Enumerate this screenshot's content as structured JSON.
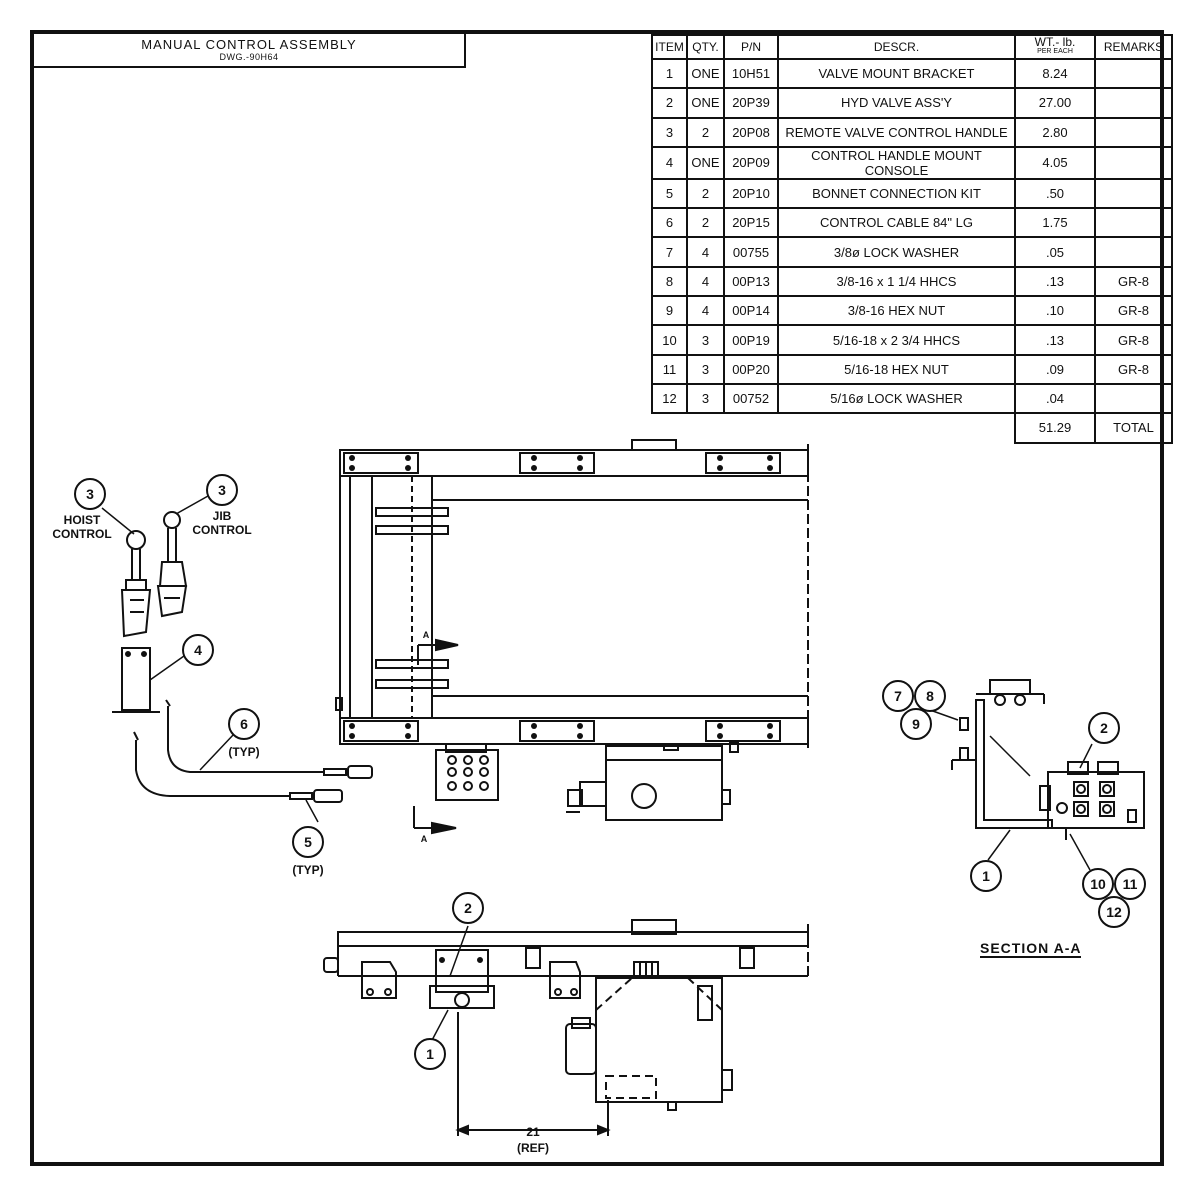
{
  "title": {
    "main": "MANUAL CONTROL ASSEMBLY",
    "sub": "DWG.-90H64"
  },
  "bom": {
    "headers": {
      "item": "ITEM",
      "qty": "QTY.",
      "pn": "P/N",
      "descr": "DESCR.",
      "wt_line1": "WT.- lb.",
      "wt_line2": "PER EACH",
      "remarks": "REMARKS"
    },
    "rows": [
      {
        "item": "1",
        "qty": "ONE",
        "pn": "10H51",
        "descr": "VALVE MOUNT BRACKET",
        "wt": "8.24",
        "remarks": ""
      },
      {
        "item": "2",
        "qty": "ONE",
        "pn": "20P39",
        "descr": "HYD VALVE ASS'Y",
        "wt": "27.00",
        "remarks": ""
      },
      {
        "item": "3",
        "qty": "2",
        "pn": "20P08",
        "descr": "REMOTE VALVE CONTROL HANDLE",
        "wt": "2.80",
        "remarks": ""
      },
      {
        "item": "4",
        "qty": "ONE",
        "pn": "20P09",
        "descr": "CONTROL HANDLE MOUNT CONSOLE",
        "wt": "4.05",
        "remarks": ""
      },
      {
        "item": "5",
        "qty": "2",
        "pn": "20P10",
        "descr": "BONNET CONNECTION KIT",
        "wt": ".50",
        "remarks": ""
      },
      {
        "item": "6",
        "qty": "2",
        "pn": "20P15",
        "descr": "CONTROL CABLE 84\" LG",
        "wt": "1.75",
        "remarks": ""
      },
      {
        "item": "7",
        "qty": "4",
        "pn": "00755",
        "descr": "3/8ø LOCK WASHER",
        "wt": ".05",
        "remarks": ""
      },
      {
        "item": "8",
        "qty": "4",
        "pn": "00P13",
        "descr": "3/8-16 x 1 1/4 HHCS",
        "wt": ".13",
        "remarks": "GR-8"
      },
      {
        "item": "9",
        "qty": "4",
        "pn": "00P14",
        "descr": "3/8-16 HEX NUT",
        "wt": ".10",
        "remarks": "GR-8"
      },
      {
        "item": "10",
        "qty": "3",
        "pn": "00P19",
        "descr": "5/16-18 x 2 3/4 HHCS",
        "wt": ".13",
        "remarks": "GR-8"
      },
      {
        "item": "11",
        "qty": "3",
        "pn": "00P20",
        "descr": "5/16-18 HEX NUT",
        "wt": ".09",
        "remarks": "GR-8"
      },
      {
        "item": "12",
        "qty": "3",
        "pn": "00752",
        "descr": "5/16ø LOCK WASHER",
        "wt": ".04",
        "remarks": ""
      }
    ],
    "total": {
      "value": "51.29",
      "label": "TOTAL"
    }
  },
  "labels": {
    "hoist_control_1": "HOIST",
    "hoist_control_2": "CONTROL",
    "jib_control_1": "JIB",
    "jib_control_2": "CONTROL",
    "typ": "(TYP)",
    "section_marker": "A",
    "section_a_a": "SECTION A-A",
    "dim_value": "21",
    "dim_ref": "(REF)"
  },
  "balloons": {
    "b3": "3",
    "b4": "4",
    "b6": "6",
    "b5": "5",
    "b2": "2",
    "b1": "1",
    "b7": "7",
    "b8": "8",
    "b9": "9",
    "b10": "10",
    "b11": "11",
    "b12": "12"
  }
}
